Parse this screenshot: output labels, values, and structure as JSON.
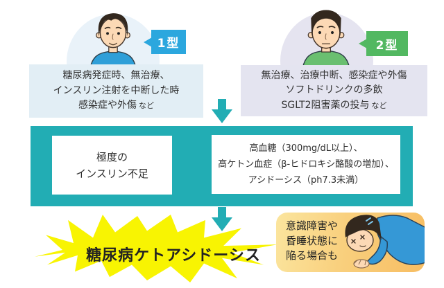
{
  "type1": {
    "label": "1型",
    "lines": [
      "糖尿病発症時、無治療、",
      "インスリン注射を中断した時",
      "感染症や外傷"
    ],
    "suffix": "など"
  },
  "type2": {
    "label": "2型",
    "lines": [
      "無治療、治療中断、感染症や外傷",
      "ソフトドリンクの多飲",
      "SGLT2阻害薬の投与"
    ],
    "suffix": "など"
  },
  "mechanism": {
    "insulin_box": [
      "極度の",
      "インスリン不足"
    ],
    "criteria_box": [
      "高血糖（300mg/dL以上）、",
      "高ケトン血症（β-ヒドロキシ酪酸の増加）、",
      "アシドーシス（ph7.3未満）"
    ]
  },
  "result": {
    "title": "糖尿病ケトアシドーシス"
  },
  "note": {
    "lines": [
      "意識障害や",
      "昏睡状態に",
      "陥る場合も"
    ]
  },
  "colors": {
    "teal": "#22adb4",
    "type1_blue": "#2ba7de",
    "type2_green": "#52b861",
    "type1_circle_bg": "#e9f2f9",
    "type2_circle_bg": "#e5e4f0",
    "type1_box_bg": "#e2eef5",
    "type2_box_bg": "#e4e4f0",
    "burst_yellow": "#f8f402",
    "note_bg_start": "#fbe59e",
    "note_bg_end": "#f7bd62",
    "skin": "#fcd9b5",
    "hair": "#33281e"
  }
}
